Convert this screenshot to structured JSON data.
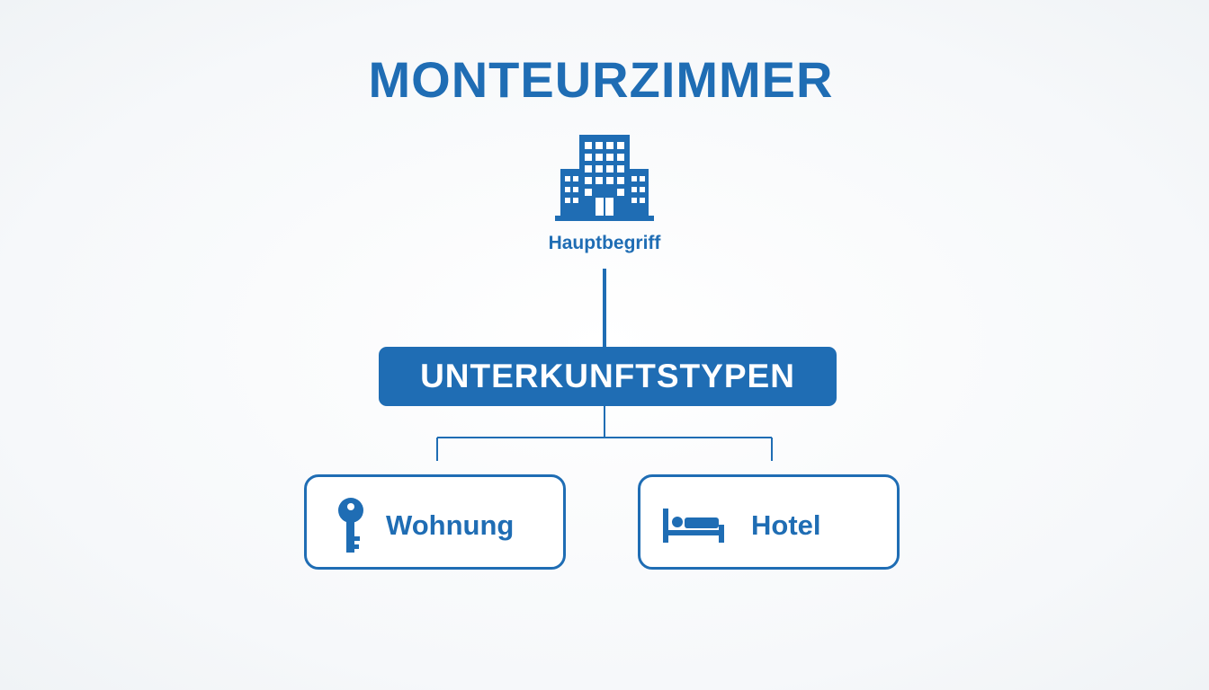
{
  "diagram": {
    "title": "MONTEURZIMMER",
    "main_node": {
      "icon": "building-icon",
      "label": "Hauptbegriff"
    },
    "category": {
      "label": "UNTERKUNFTSTYPEN"
    },
    "children": [
      {
        "icon": "key-icon",
        "label": "Wohnung"
      },
      {
        "icon": "bed-icon",
        "label": "Hotel"
      }
    ],
    "colors": {
      "accent": "#1f6db4",
      "background": "#ffffff",
      "category_text": "#ffffff"
    }
  }
}
